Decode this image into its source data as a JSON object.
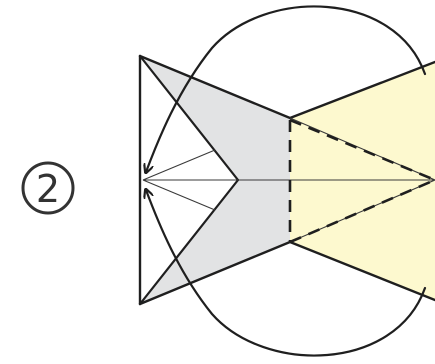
{
  "step": {
    "number": "2"
  },
  "colors": {
    "paper_front": "#fdf9cf",
    "paper_back": "#e2e3e4",
    "line": "#1f1f1f",
    "background": "#ffffff"
  },
  "folds": {
    "valley_fold_lines": "dashed",
    "fold_arrows": 2
  }
}
